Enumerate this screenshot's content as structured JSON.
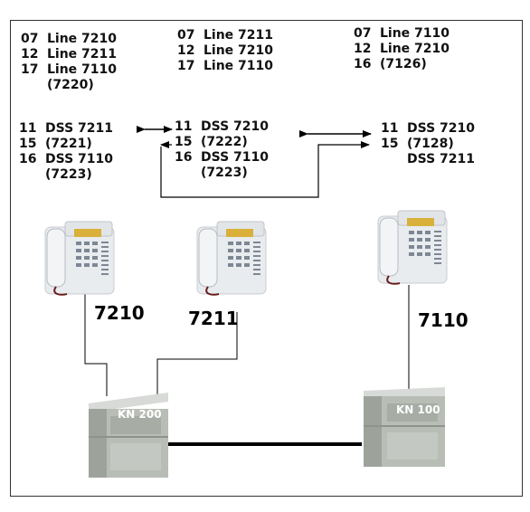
{
  "top_blocks": [
    {
      "rows": [
        {
          "num": "07",
          "text": "Line 7210"
        },
        {
          "num": "12",
          "text": "Line 7211"
        },
        {
          "num": "17",
          "text": "Line 7110"
        },
        {
          "num": "",
          "text": "(7220)"
        }
      ]
    },
    {
      "rows": [
        {
          "num": "07",
          "text": "Line 7211"
        },
        {
          "num": "12",
          "text": "Line 7210"
        },
        {
          "num": "17",
          "text": "Line 7110"
        }
      ]
    },
    {
      "rows": [
        {
          "num": "07",
          "text": "Line 7110"
        },
        {
          "num": "12",
          "text": "Line 7210"
        },
        {
          "num": "16",
          "text": "(7126)"
        }
      ]
    }
  ],
  "mid_blocks": [
    {
      "rows": [
        {
          "num": "11",
          "text": "DSS 7211"
        },
        {
          "num": "15",
          "text": "(7221)"
        },
        {
          "num": "16",
          "text": "DSS 7110"
        },
        {
          "num": "",
          "text": "(7223)"
        }
      ]
    },
    {
      "rows": [
        {
          "num": "11",
          "text": "DSS 7210"
        },
        {
          "num": "15",
          "text": "(7222)"
        },
        {
          "num": "16",
          "text": "DSS 7110"
        },
        {
          "num": "",
          "text": "(7223)"
        }
      ]
    },
    {
      "rows": [
        {
          "num": "11",
          "text": "DSS 7210"
        },
        {
          "num": "15",
          "text": "(7128)"
        },
        {
          "num": "",
          "text": "DSS 7211"
        }
      ]
    }
  ],
  "phones": [
    {
      "ext": "7210"
    },
    {
      "ext": "7211"
    },
    {
      "ext": "7110"
    }
  ],
  "nodes": [
    {
      "label": "KN 200"
    },
    {
      "label": "KN 100"
    }
  ]
}
